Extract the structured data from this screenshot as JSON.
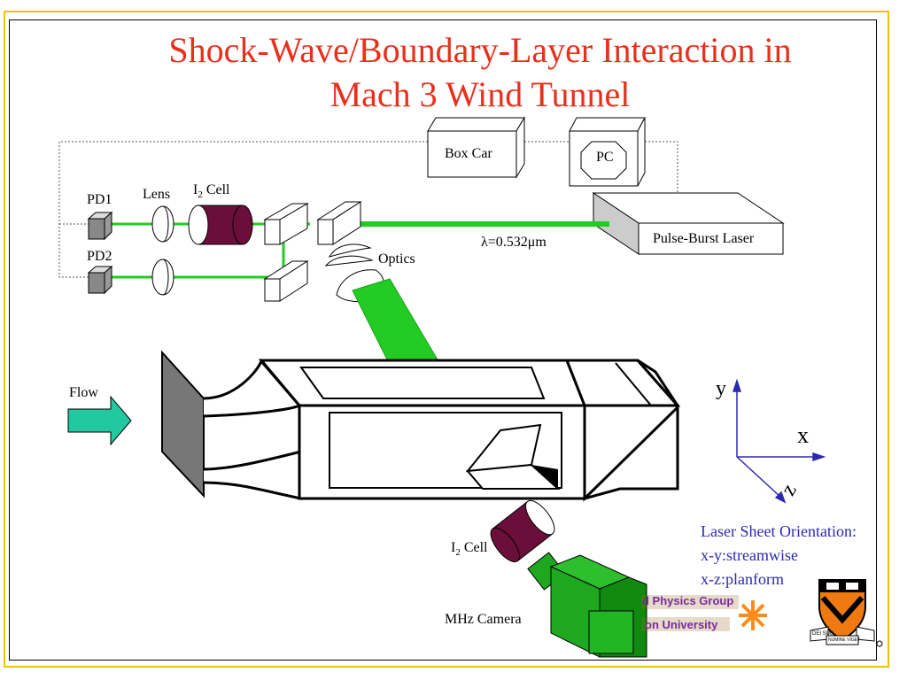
{
  "title": {
    "line1": "Shock-Wave/Boundary-Layer Interaction in",
    "line2": "Mach 3 Wind Tunnel"
  },
  "labels": {
    "box_car": "Box Car",
    "pc": "PC",
    "pulse_burst_laser": "Pulse-Burst Laser",
    "wavelength": "λ=0.532μm",
    "pd1": "PD1",
    "pd2": "PD2",
    "lens": "Lens",
    "i2_cell_top_prefix": "I",
    "i2_cell_top_sub": "2",
    "i2_cell_top_suffix": " Cell",
    "optics": "Optics",
    "flow": "Flow",
    "i2_cell_bottom_prefix": "I",
    "i2_cell_bottom_sub": "2",
    "i2_cell_bottom_suffix": " Cell",
    "mhz_camera": "MHz Camera",
    "axis_y": "y",
    "axis_x": "x",
    "axis_z": "z"
  },
  "orientation": {
    "heading": "Laser Sheet Orientation:",
    "line1": "x-y:streamwise",
    "line2": "x-z:planform"
  },
  "logo": {
    "line1": "d Physics Group",
    "line2": "on University",
    "shield_text1": "DEI SUB",
    "shield_text2": "NUMINE VIGET"
  },
  "colors": {
    "title": "#e8301c",
    "laser_beam": "#22cc22",
    "i2_cell": "#6b0f3a",
    "camera": "#1fa81f",
    "flow_arrow": "#22c9a0",
    "axes": "#2a2ab0",
    "frame": "#f2c200"
  }
}
